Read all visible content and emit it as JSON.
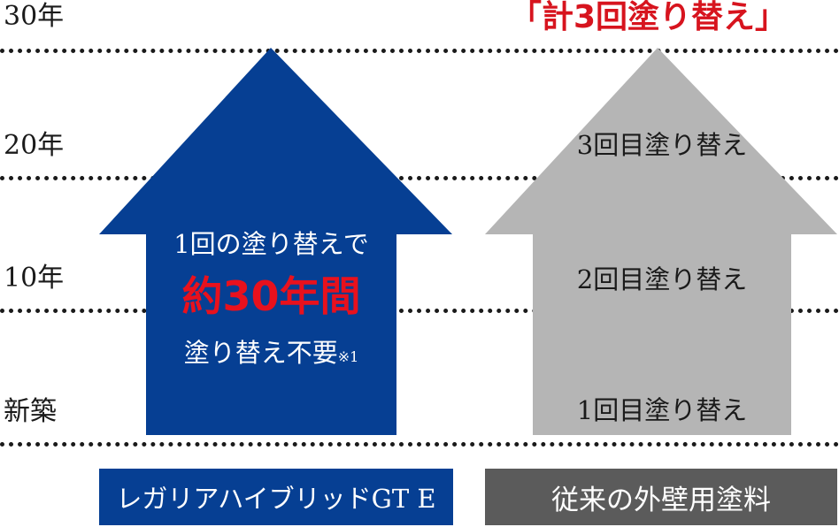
{
  "y_axis_labels": {
    "y30": "30年",
    "y20": "20年",
    "y10": "10年",
    "y0": "新築"
  },
  "headline": "「計3回塗り替え」",
  "regaliar": {
    "line1": "1回の塗り替えで",
    "line2": "約30年間",
    "line3": "塗り替え不要",
    "note": "※1",
    "label": "レガリアハイブリッドGT E",
    "color": "#063f93"
  },
  "conventional": {
    "repaints": [
      "3回目塗り替え",
      "2回目塗り替え",
      "1回目塗り替え"
    ],
    "label": "従来の外壁用塗料",
    "color": "#b5b5b5"
  },
  "colors": {
    "accent_red": "#d7141e",
    "label_gray": "#5b5b5b",
    "gridline": "#1a1a1a"
  }
}
